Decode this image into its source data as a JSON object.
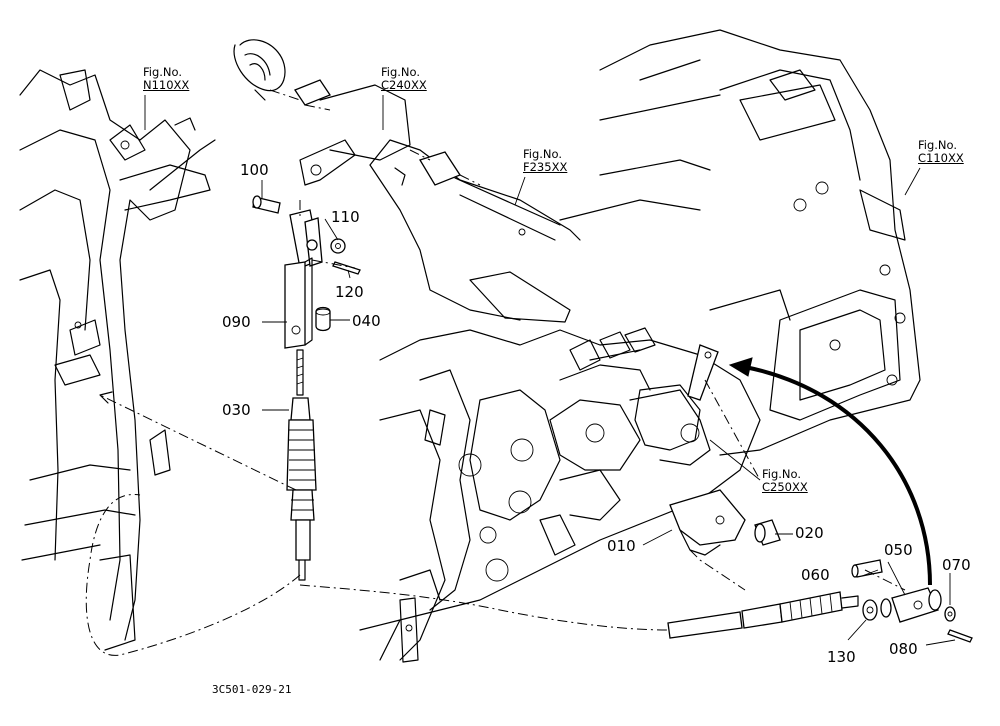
{
  "part_labels": {
    "p010": "010",
    "p020": "020",
    "p030": "030",
    "p040": "040",
    "p050": "050",
    "p060": "060",
    "p070": "070",
    "p080": "080",
    "p090": "090",
    "p100": "100",
    "p110": "110",
    "p120": "120",
    "p130": "130"
  },
  "figure_refs": {
    "n110": {
      "prefix": "Fig.No.",
      "code": "N110XX"
    },
    "c240": {
      "prefix": "Fig.No.",
      "code": "C240XX"
    },
    "f235": {
      "prefix": "Fig.No.",
      "code": "F235XX"
    },
    "c110": {
      "prefix": "Fig.No.",
      "code": "C110XX"
    },
    "c250": {
      "prefix": "Fig.No.",
      "code": "C250XX"
    }
  },
  "drawing_id": "3C501-029-21"
}
